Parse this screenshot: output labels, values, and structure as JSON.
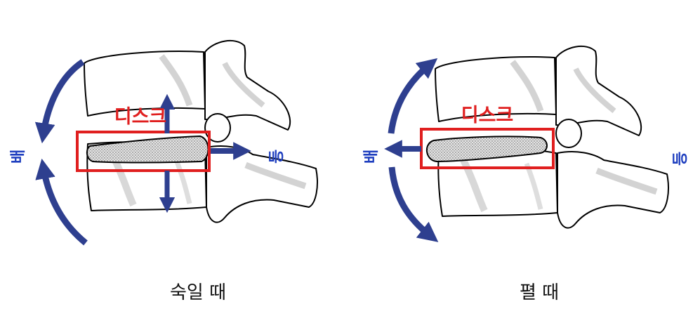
{
  "colors": {
    "outline": "#000000",
    "bone_shade": "#c8c8c8",
    "disc_fill": "#d9d9d9",
    "highlight_box": "#e01f1f",
    "arrow": "#2e3f8f",
    "label_blue": "#1f3fbf",
    "label_red": "#e01f1f",
    "caption": "#111111"
  },
  "panels": [
    {
      "id": "bending",
      "disc_label": "디스크",
      "front_label": "배",
      "back_label": "등",
      "caption": "숙일 때"
    },
    {
      "id": "extending",
      "disc_label": "디스크",
      "front_label": "배",
      "back_label": "등",
      "caption": "펼 때"
    }
  ]
}
